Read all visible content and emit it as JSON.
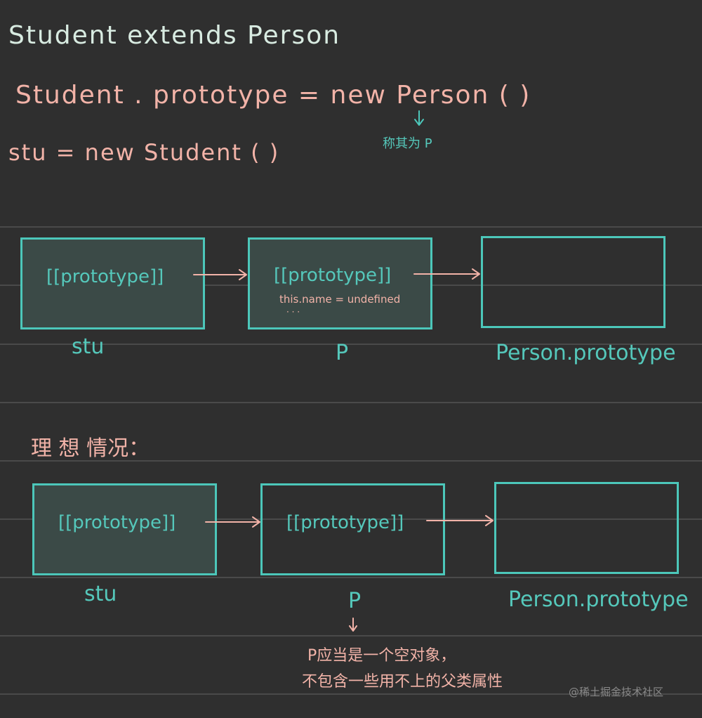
{
  "heading": "Student extends Person",
  "code": {
    "line1": "Student . prototype = new Person ( )",
    "annotation": "称其为 P",
    "line2": "stu = new Student ( )"
  },
  "diagram1": {
    "box1": {
      "content": "[[prototype]]",
      "label": "stu"
    },
    "box2": {
      "content": "[[prototype]]",
      "detail": "this.name = undefined",
      "ellipsis": "· · ·",
      "label": "P"
    },
    "box3": {
      "content": "",
      "label": "Person.prototype"
    }
  },
  "ideal_heading": "理 想 情况：",
  "diagram2": {
    "box1": {
      "content": "[[prototype]]",
      "label": "stu"
    },
    "box2": {
      "content": "[[prototype]]",
      "label": "P"
    },
    "box3": {
      "content": "",
      "label": "Person.prototype"
    }
  },
  "footnote": {
    "line1": "P应当是一个空对象，",
    "line2": "不包含一些用不上的父类属性"
  },
  "watermark": "@稀土掘金技术社区",
  "colors": {
    "background": "#2f2f2f",
    "pink": "#f2b3a8",
    "teal": "#4cc7ba",
    "mint": "#d8ebe1",
    "rule": "#4a4a4a"
  }
}
